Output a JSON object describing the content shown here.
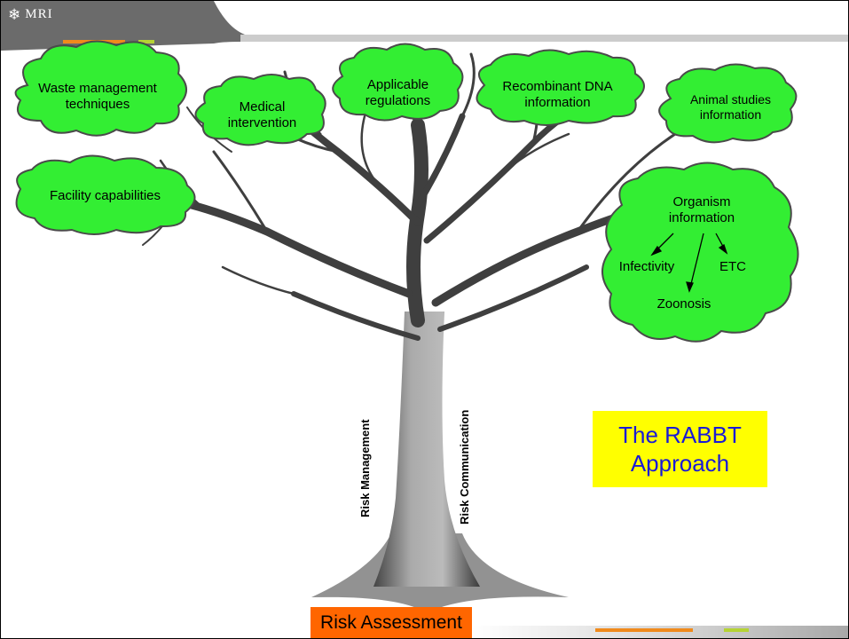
{
  "header": {
    "logo_text": "MRI",
    "logo_icon": "snowflake-emblem-icon"
  },
  "clouds": {
    "waste": [
      "Waste management",
      "techniques"
    ],
    "medical": [
      "Medical",
      "intervention"
    ],
    "regulations": [
      "Applicable",
      "regulations"
    ],
    "recombinant": [
      "Recombinant DNA",
      "information"
    ],
    "animal": [
      "Animal studies",
      "information"
    ],
    "facility": [
      "Facility capabilities"
    ],
    "organism": {
      "title": [
        "Organism",
        "information"
      ],
      "children": [
        "Infectivity",
        "ETC",
        "Zoonosis"
      ]
    }
  },
  "trunk_labels": {
    "left": "Risk Management",
    "right": "Risk Communication"
  },
  "callout": [
    "The RABBT",
    "Approach"
  ],
  "base_label": "Risk Assessment",
  "colors": {
    "cloud_fill": "#33ee33",
    "cloud_stroke": "#4a4a4a",
    "callout_bg": "#ffff00",
    "callout_text": "#1a1ad6",
    "base_bg": "#ff6600",
    "header": "#6b6b6b"
  }
}
